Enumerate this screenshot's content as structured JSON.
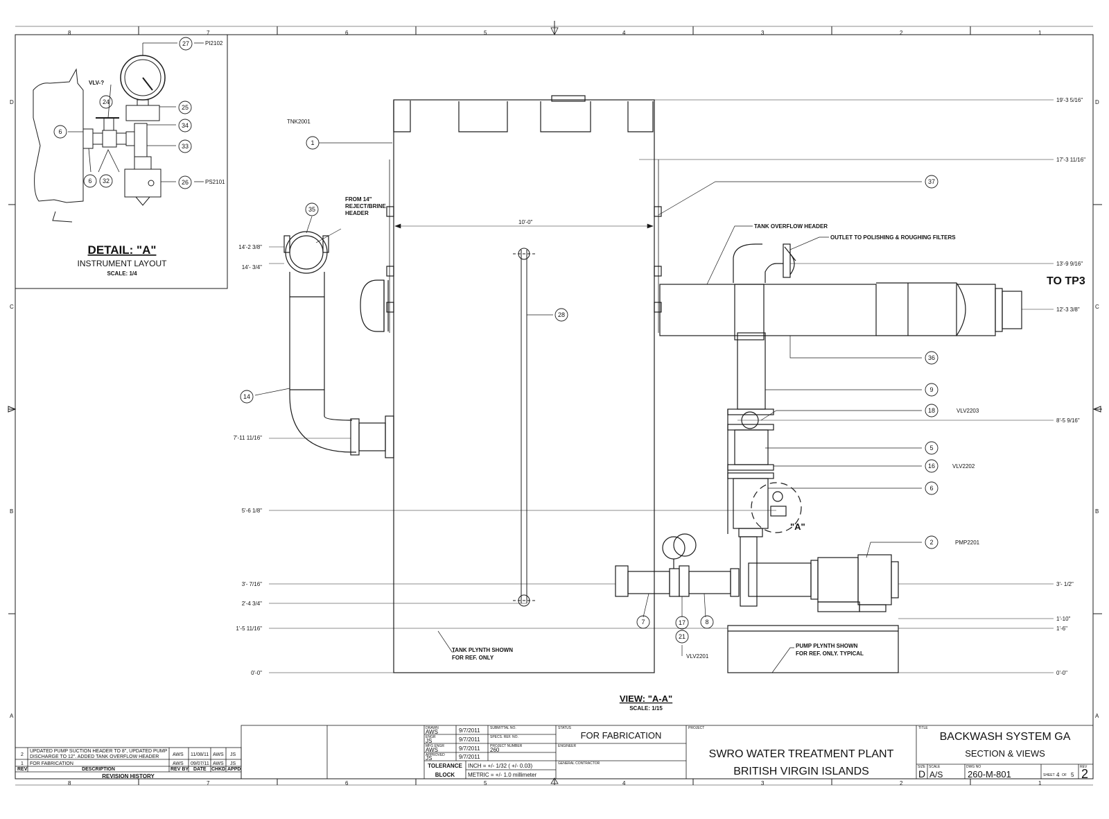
{
  "border": {
    "top_zones": [
      "8",
      "7",
      "6",
      "5",
      "4",
      "3",
      "2",
      "1"
    ],
    "bottom_zones": [
      "8",
      "7",
      "6",
      "5",
      "4",
      "3",
      "2",
      "1"
    ],
    "side_zones": [
      "D",
      "C",
      "B",
      "A"
    ]
  },
  "detail": {
    "title": "DETAIL:  \"A\"",
    "subtitle": "INSTRUMENT LAYOUT",
    "scale": "SCALE: 1/4",
    "valve_label": "VLV-?",
    "tags": {
      "pi": "PI2102",
      "ps": "PS2101"
    },
    "callouts": [
      "27",
      "24",
      "25",
      "6",
      "34",
      "33",
      "6",
      "32",
      "26"
    ]
  },
  "view": {
    "title": "VIEW: \"A-A\"",
    "scale": "SCALE: 1/15"
  },
  "main": {
    "tank_tag": "TNK2001",
    "width_dim": "10'-0\"",
    "from_header": [
      "FROM 14\"",
      "REJECT/BRINE",
      "HEADER"
    ],
    "overflow_header": "TANK OVERFLOW HEADER",
    "outlet_note": "OUTLET TO POLISHING & ROUGHING FILTERS",
    "to_tp3": "TO TP3",
    "tank_plynth": [
      "TANK PLYNTH SHOWN",
      "FOR REF. ONLY"
    ],
    "pump_plynth": [
      "PUMP PLYNTH SHOWN",
      "FOR REF. ONLY. TYPICAL"
    ],
    "detail_ref": "\"A\"",
    "callouts": {
      "c1": "1",
      "c35": "35",
      "c14": "14",
      "c28": "28",
      "c37": "37",
      "c36": "36",
      "c9": "9",
      "c18": "18",
      "c5": "5",
      "c16": "16",
      "c6": "6",
      "c2": "2",
      "c7": "7",
      "c17": "17",
      "c21": "21",
      "c8": "8"
    },
    "valve_tags": {
      "v18": "VLV2203",
      "v16": "VLV2202",
      "v2": "PMP2201",
      "v21": "VLV2201"
    },
    "left_dims": [
      "14'-2 3/8\"",
      "14'- 3/4\"",
      "7'-11 11/16\"",
      "5'-6 1/8\"",
      "3'- 7/16\"",
      "2'-4 3/4\"",
      "1'-5 11/16\"",
      "0'-0\""
    ],
    "right_dims": [
      "19'-3 5/16\"",
      "17'-3 11/16\"",
      "13'-9 9/16\"",
      "12'-3 3/8\"",
      "8'-5 9/16\"",
      "3'- 1/2\"",
      "1'-10\"",
      "1'-6\"",
      "0'-0\""
    ]
  },
  "revisions": {
    "rows": [
      {
        "rev": "2",
        "desc": [
          "UPDATED PUMP SUCTION HEADER TO 8\", UPDATED PUMP",
          "DISCHARGE TO 12\". ADDED TANK OVERFLOW HEADER"
        ],
        "by": "AWS",
        "date": "11/08/11",
        "chkd": "AWS",
        "appd": "JS"
      },
      {
        "rev": "1",
        "desc": [
          "FOR FABRICATION"
        ],
        "by": "AWS",
        "date": "09/07/11",
        "chkd": "AWS",
        "appd": "JS"
      }
    ],
    "headers": {
      "rev": "REV",
      "desc": "DESCRIPTION",
      "by": "REV BY",
      "date": "DATE",
      "chkd": "CHKD",
      "appd": "APPD"
    },
    "title": "REVISION HISTORY"
  },
  "title_block": {
    "drawn": {
      "label": "DRAWN",
      "name": "AWS",
      "date": "9/7/2011"
    },
    "engr": {
      "label": "ENGR",
      "name": "JS",
      "date": "9/7/2011"
    },
    "mfg": {
      "label": "MFG ENGR",
      "name": "AWS",
      "date": "9/7/2011"
    },
    "approved": {
      "label": "APPROVED",
      "name": "JS",
      "date": "9/7/2011"
    },
    "submittal_label": "SUBMITTAL NO.",
    "specs_label": "SPECS. REF. NO.",
    "project_number_label": "PROJECT NUMBER",
    "project_number": "260",
    "tolerance": [
      "TOLERANCE",
      "BLOCK"
    ],
    "tol_inch": "INCH = +/- 1/32 ( +/- 0.03)",
    "tol_metric": "METRIC = +/- 1.0 millimeter",
    "status_label": "STATUS",
    "status": "FOR FABRICATION",
    "engineer_label": "ENGINEER",
    "contractor_label": "GENERAL CONTRACTOR",
    "project_label": "PROJECT",
    "project_line1": "SWRO WATER TREATMENT PLANT",
    "project_line2": "BRITISH VIRGIN ISLANDS",
    "title_label": "TITLE",
    "title_line1": "BACKWASH SYSTEM GA",
    "title_line2": "SECTION & VIEWS",
    "size_label": "SIZE",
    "size": "D",
    "scale_label": "SCALE",
    "scale": "A/S",
    "dwg_label": "DWG NO",
    "dwg_no": "260-M-801",
    "sheet_label": "SHEET",
    "sheet": "4",
    "of_label": "OF",
    "sheets": "5",
    "rev_label": "REV",
    "rev": "2"
  }
}
